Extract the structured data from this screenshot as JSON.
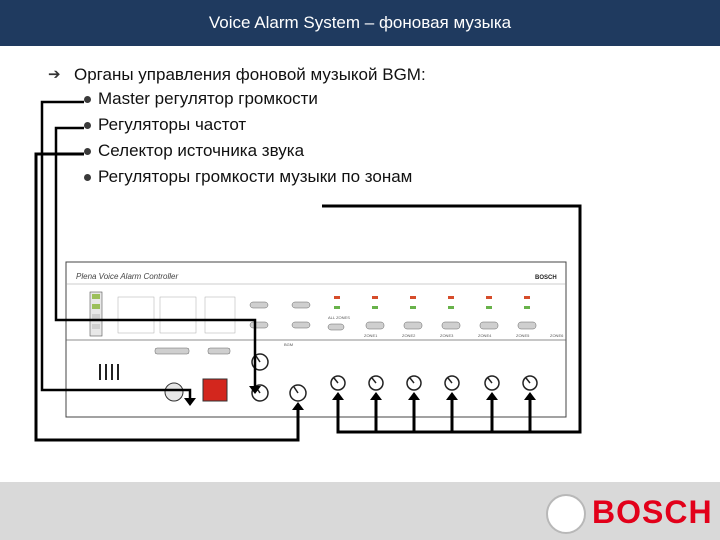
{
  "header": {
    "title": "Voice Alarm System – фоновая музыка",
    "bg_color": "#1f3a5f"
  },
  "content": {
    "bullet_icon": "arrow-right-icon",
    "main_point": "Органы управления фоновой музыкой BGM:",
    "sub_points": [
      "Master регулятор громкости",
      "Регуляторы частот",
      "Селектор источника звука",
      "Регуляторы громкости музыки по зонам"
    ]
  },
  "device": {
    "title": "Plena Voice Alarm Controller",
    "brand": "BOSCH",
    "zone_labels": [
      "ZONE1",
      "ZONE2",
      "ZONE3",
      "ZONE4",
      "ZONE5",
      "ZONE6"
    ],
    "all_zones_label": "ALL ZONES",
    "knob_section_label": "BGM"
  },
  "footer": {
    "logo_text": "BOSCH",
    "brand_color": "#e2001a"
  }
}
